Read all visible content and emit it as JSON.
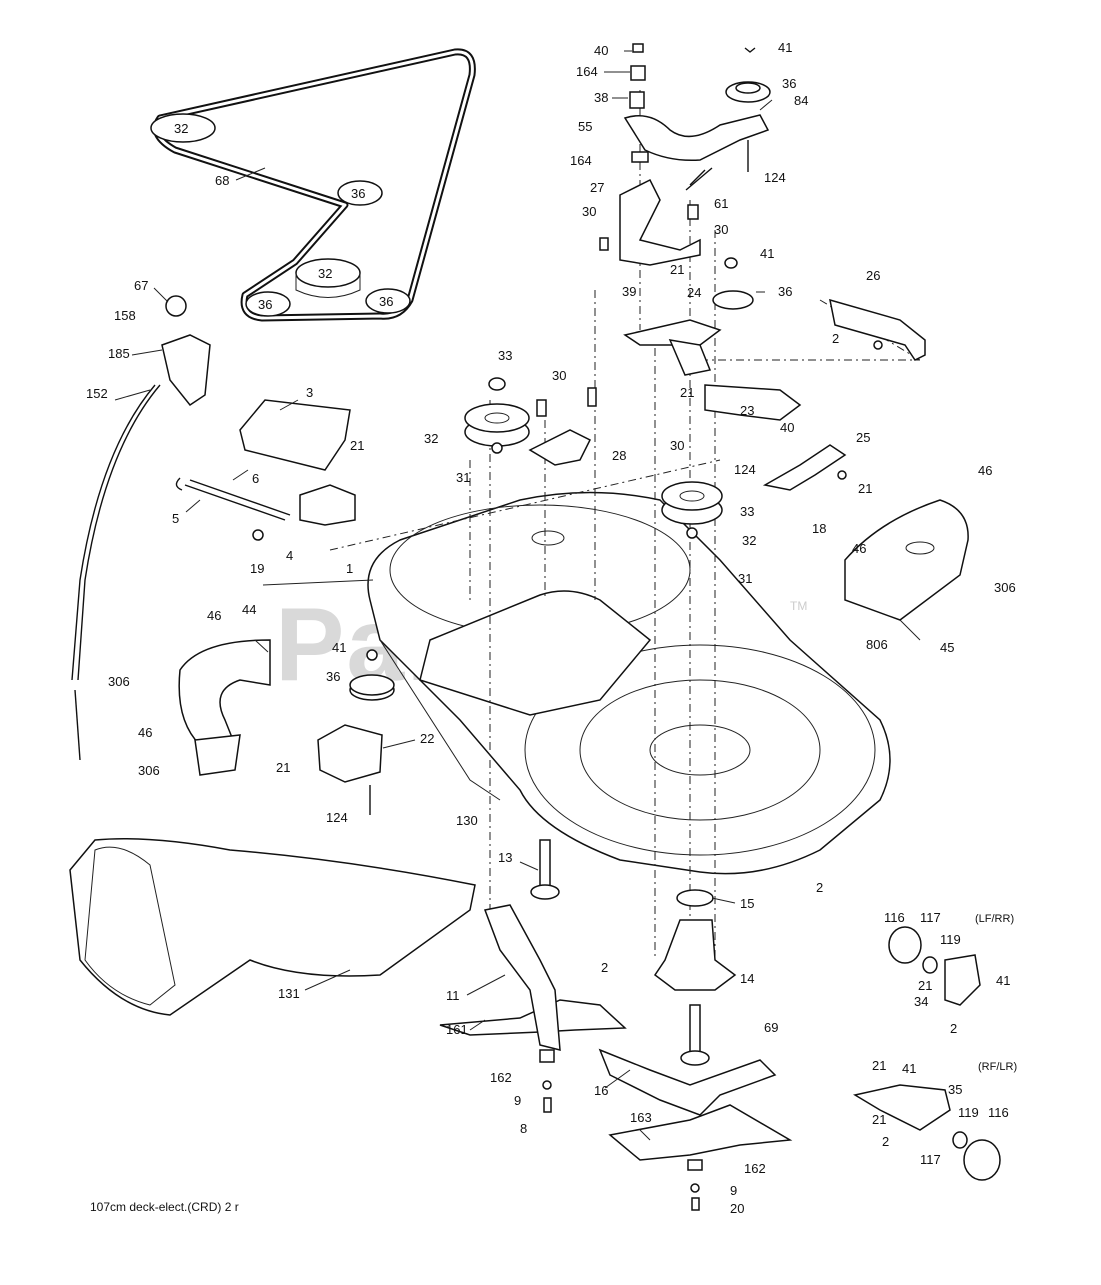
{
  "watermark": {
    "text": "PartsTree",
    "tm": "TM"
  },
  "caption": "107cm  deck-elect.(CRD)  2  r",
  "notes": {
    "lf_rr": "(LF/RR)",
    "rf_lr": "(RF/LR)"
  },
  "callouts": [
    {
      "id": "c40a",
      "label": "40"
    },
    {
      "id": "c41a",
      "label": "41"
    },
    {
      "id": "c164a",
      "label": "164"
    },
    {
      "id": "c38",
      "label": "38"
    },
    {
      "id": "c36a",
      "label": "36"
    },
    {
      "id": "c84",
      "label": "84"
    },
    {
      "id": "c55",
      "label": "55"
    },
    {
      "id": "c164b",
      "label": "164"
    },
    {
      "id": "c124a",
      "label": "124"
    },
    {
      "id": "c68",
      "label": "68"
    },
    {
      "id": "c27",
      "label": "27"
    },
    {
      "id": "c61",
      "label": "61"
    },
    {
      "id": "c30a",
      "label": "30"
    },
    {
      "id": "c30b",
      "label": "30"
    },
    {
      "id": "c41b",
      "label": "41"
    },
    {
      "id": "c21a",
      "label": "21"
    },
    {
      "id": "c39",
      "label": "39"
    },
    {
      "id": "c36b",
      "label": "36"
    },
    {
      "id": "c24",
      "label": "24"
    },
    {
      "id": "c26",
      "label": "26"
    },
    {
      "id": "c2a",
      "label": "2"
    },
    {
      "id": "c67",
      "label": "67"
    },
    {
      "id": "c158",
      "label": "158"
    },
    {
      "id": "c185",
      "label": "185"
    },
    {
      "id": "c152",
      "label": "152"
    },
    {
      "id": "c33a",
      "label": "33"
    },
    {
      "id": "c30c",
      "label": "30"
    },
    {
      "id": "c21b",
      "label": "21"
    },
    {
      "id": "c3",
      "label": "3"
    },
    {
      "id": "c40b",
      "label": "40"
    },
    {
      "id": "c23",
      "label": "23"
    },
    {
      "id": "c25",
      "label": "25"
    },
    {
      "id": "c21c",
      "label": "21"
    },
    {
      "id": "c32a",
      "label": "32"
    },
    {
      "id": "c31a",
      "label": "31"
    },
    {
      "id": "c28",
      "label": "28"
    },
    {
      "id": "c30d",
      "label": "30"
    },
    {
      "id": "c124b",
      "label": "124"
    },
    {
      "id": "c6",
      "label": "6"
    },
    {
      "id": "c46a",
      "label": "46"
    },
    {
      "id": "c33b",
      "label": "33"
    },
    {
      "id": "c21d",
      "label": "21"
    },
    {
      "id": "c5",
      "label": "5"
    },
    {
      "id": "c18",
      "label": "18"
    },
    {
      "id": "c32b",
      "label": "32"
    },
    {
      "id": "c4",
      "label": "4"
    },
    {
      "id": "c19",
      "label": "19"
    },
    {
      "id": "c31b",
      "label": "31"
    },
    {
      "id": "c46b",
      "label": "46"
    },
    {
      "id": "c1",
      "label": "1"
    },
    {
      "id": "c306a",
      "label": "306"
    },
    {
      "id": "c46c",
      "label": "46"
    },
    {
      "id": "c44",
      "label": "44"
    },
    {
      "id": "c806",
      "label": "806"
    },
    {
      "id": "c45",
      "label": "45"
    },
    {
      "id": "c41c",
      "label": "41"
    },
    {
      "id": "c306b",
      "label": "306"
    },
    {
      "id": "c36c",
      "label": "36"
    },
    {
      "id": "c46d",
      "label": "46"
    },
    {
      "id": "c22",
      "label": "22"
    },
    {
      "id": "c21e",
      "label": "21"
    },
    {
      "id": "c306c",
      "label": "306"
    },
    {
      "id": "c124c",
      "label": "124"
    },
    {
      "id": "c130",
      "label": "130"
    },
    {
      "id": "c13",
      "label": "13"
    },
    {
      "id": "c2b",
      "label": "2"
    },
    {
      "id": "c15",
      "label": "15"
    },
    {
      "id": "c116a",
      "label": "116"
    },
    {
      "id": "c117a",
      "label": "117"
    },
    {
      "id": "c119a",
      "label": "119"
    },
    {
      "id": "c2c",
      "label": "2"
    },
    {
      "id": "c14",
      "label": "14"
    },
    {
      "id": "c21f",
      "label": "21"
    },
    {
      "id": "c41d",
      "label": "41"
    },
    {
      "id": "c34",
      "label": "34"
    },
    {
      "id": "c131",
      "label": "131"
    },
    {
      "id": "c11",
      "label": "11"
    },
    {
      "id": "c2d",
      "label": "2"
    },
    {
      "id": "c69",
      "label": "69"
    },
    {
      "id": "c161",
      "label": "161"
    },
    {
      "id": "c162a",
      "label": "162"
    },
    {
      "id": "c16",
      "label": "16"
    },
    {
      "id": "c21g",
      "label": "21"
    },
    {
      "id": "c41e",
      "label": "41"
    },
    {
      "id": "c35",
      "label": "35"
    },
    {
      "id": "c9a",
      "label": "9"
    },
    {
      "id": "c8",
      "label": "8"
    },
    {
      "id": "c21h",
      "label": "21"
    },
    {
      "id": "c119b",
      "label": "119"
    },
    {
      "id": "c116b",
      "label": "116"
    },
    {
      "id": "c163",
      "label": "163"
    },
    {
      "id": "c2e",
      "label": "2"
    },
    {
      "id": "c117b",
      "label": "117"
    },
    {
      "id": "c162b",
      "label": "162"
    },
    {
      "id": "c9b",
      "label": "9"
    },
    {
      "id": "c20",
      "label": "20"
    }
  ],
  "pulley_labels": [
    {
      "id": "p32a",
      "label": "32"
    },
    {
      "id": "p36a",
      "label": "36"
    },
    {
      "id": "p32b",
      "label": "32"
    },
    {
      "id": "p36b",
      "label": "36"
    },
    {
      "id": "p36c",
      "label": "36"
    }
  ]
}
